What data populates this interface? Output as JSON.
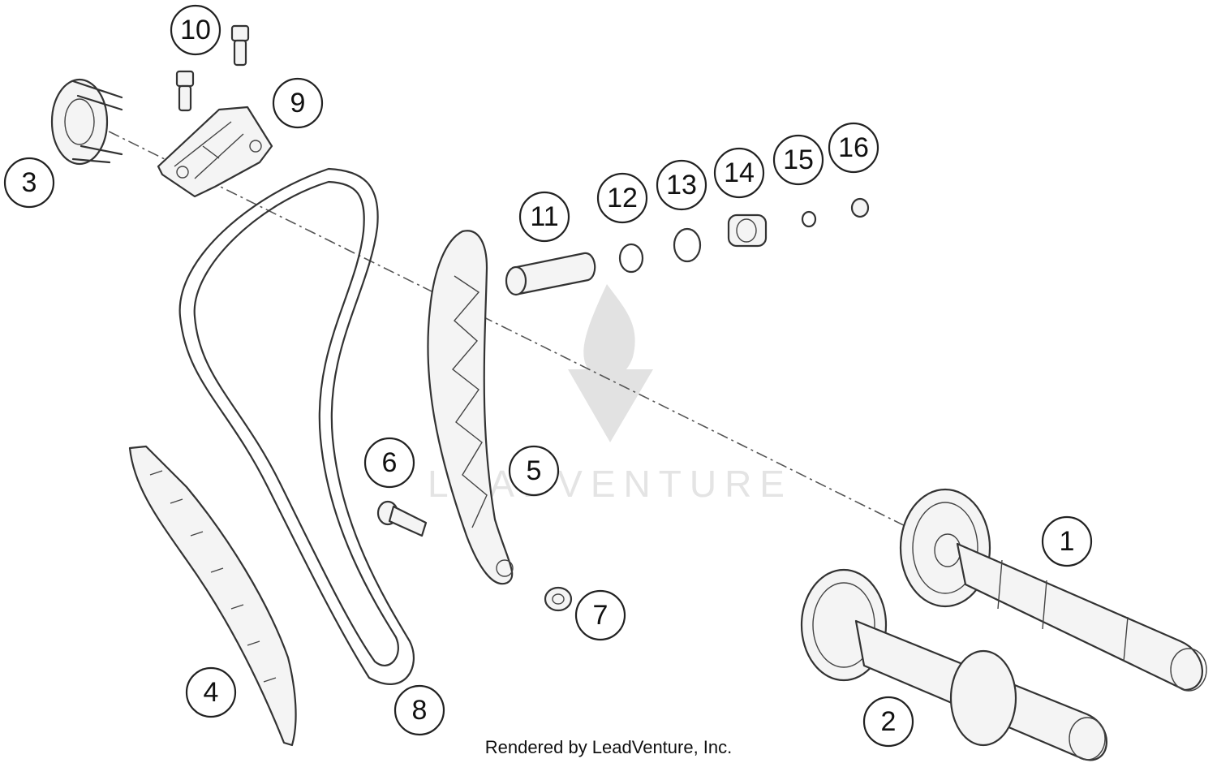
{
  "callouts": [
    {
      "id": "1",
      "label": "1"
    },
    {
      "id": "2",
      "label": "2"
    },
    {
      "id": "3",
      "label": "3"
    },
    {
      "id": "4",
      "label": "4"
    },
    {
      "id": "5",
      "label": "5"
    },
    {
      "id": "6",
      "label": "6"
    },
    {
      "id": "7",
      "label": "7"
    },
    {
      "id": "8",
      "label": "8"
    },
    {
      "id": "9",
      "label": "9"
    },
    {
      "id": "10",
      "label": "10"
    },
    {
      "id": "11",
      "label": "11"
    },
    {
      "id": "12",
      "label": "12"
    },
    {
      "id": "13",
      "label": "13"
    },
    {
      "id": "14",
      "label": "14"
    },
    {
      "id": "15",
      "label": "15"
    },
    {
      "id": "16",
      "label": "16"
    }
  ],
  "watermark": "LEADVENTURE",
  "credit": "Rendered by LeadVenture, Inc."
}
